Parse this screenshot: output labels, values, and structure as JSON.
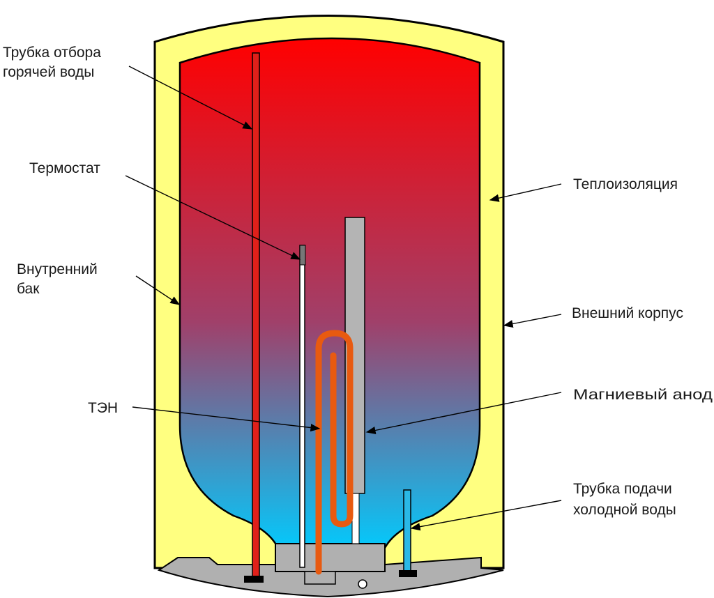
{
  "labels": {
    "hot_pipe": [
      "Трубка отбора",
      "горячей воды"
    ],
    "thermostat": "Термостат",
    "inner_tank": [
      "Внутренний",
      "бак"
    ],
    "heater": "ТЭН",
    "insulation": "Теплоизоляция",
    "outer_casing": "Внешний корпус",
    "anode": "Магниевый анод",
    "cold_pipe": [
      "Трубка подачи",
      "холодной воды"
    ]
  },
  "colors": {
    "insulation": "#ffff80",
    "water_hot": "#ff0000",
    "water_mid": "#a0406a",
    "water_cold": "#00ccff",
    "hot_pipe": "#e0201a",
    "cold_pipe": "#2ab8e6",
    "heater": "#e85a10",
    "anode": "#b4b4b4",
    "base": "#b0b0b0"
  }
}
